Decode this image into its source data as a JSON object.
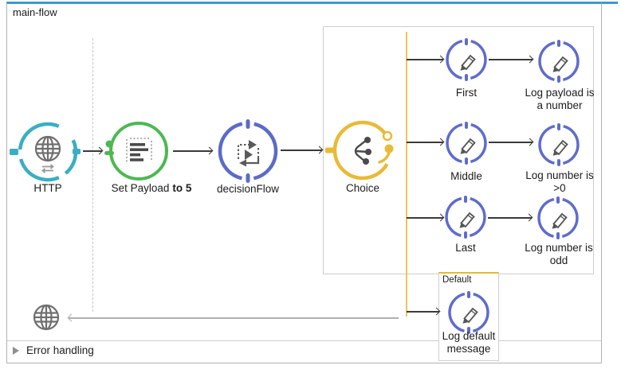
{
  "window": {
    "flow_title": "main-flow",
    "error_handling_label": "Error handling"
  },
  "colors": {
    "flow_top_accent": "#3f96d2",
    "http_teal": "#3aaec2",
    "set_payload_green": "#4db852",
    "flow_ref_indigo": "#5c6bc8",
    "logger_indigo": "#5f6ccb",
    "choice_yellow": "#e8b931",
    "choice_line_yellow": "#ecc45b",
    "glyph_gray": "#6f6f6f",
    "arrow_dark": "#3a3a3a"
  },
  "icons": {
    "http": "globe-icon",
    "http_exchange": "exchange-arrows-icon",
    "set_payload": "set-payload-lines-icon",
    "decision_flow": "flow-reference-icon",
    "choice": "branch-icon",
    "logger": "pencil-icon",
    "response": "globe-icon",
    "error_handling": "disclosure-triangle-icon"
  },
  "nodes": {
    "http": {
      "label": "HTTP"
    },
    "set_payload": {
      "label": "Set Payload",
      "label_bold": "to 5"
    },
    "decision_flow": {
      "label": "decisionFlow"
    },
    "choice": {
      "label": "Choice"
    },
    "route_first": {
      "label": "First"
    },
    "route_first_logger": {
      "label": "Log payload is a number"
    },
    "route_middle": {
      "label": "Middle"
    },
    "route_middle_logger": {
      "label": "Log number is >0"
    },
    "route_last": {
      "label": "Last"
    },
    "route_last_logger": {
      "label": "Log number is odd"
    },
    "route_default": {
      "label": "Default"
    },
    "route_default_logger": {
      "label": "Log default message"
    }
  }
}
